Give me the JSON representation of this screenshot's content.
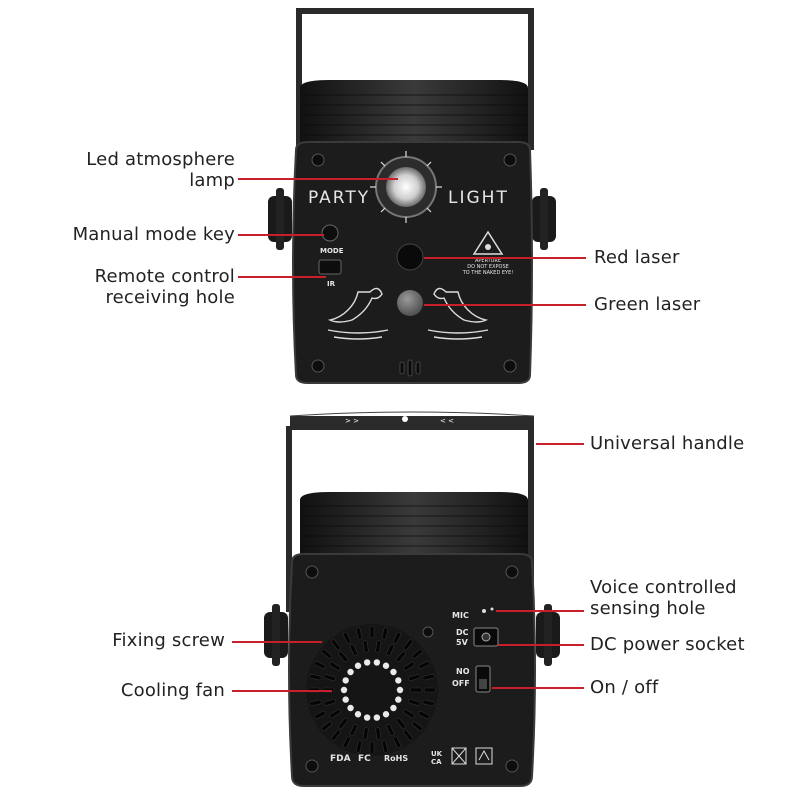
{
  "callouts": {
    "led_lamp": [
      "Led atmosphere",
      "lamp"
    ],
    "manual_key": "Manual mode key",
    "remote_hole": [
      "Remote control",
      "receiving hole"
    ],
    "red_laser": "Red laser",
    "green_laser": "Green laser",
    "handle": "Universal handle",
    "voice_hole": [
      "Voice controlled",
      "sensing hole"
    ],
    "fixing_screw": "Fixing screw",
    "dc_socket": "DC power socket",
    "cooling_fan": "Cooling fan",
    "on_off": "On / off"
  },
  "front_panel": {
    "party": "PARTY",
    "light": "LIGHT",
    "mode": "MODE",
    "ir": "IR",
    "warning_lines": [
      "APERTURE",
      "DO NOT EXPOSE",
      "TO THE NAKED EYE!"
    ]
  },
  "back_panel": {
    "mic": "MIC",
    "dc": "DC",
    "five_v": "5V",
    "no": "NO",
    "off": "OFF",
    "cert_marks": [
      "FDA",
      "FC",
      "RoHS",
      "UK",
      "CA"
    ]
  },
  "colors": {
    "leader_line": "#c8202a",
    "device_body": "#1c1c1c",
    "device_edge": "#3a3a3a",
    "handle_metal": "#2a2a2a"
  }
}
